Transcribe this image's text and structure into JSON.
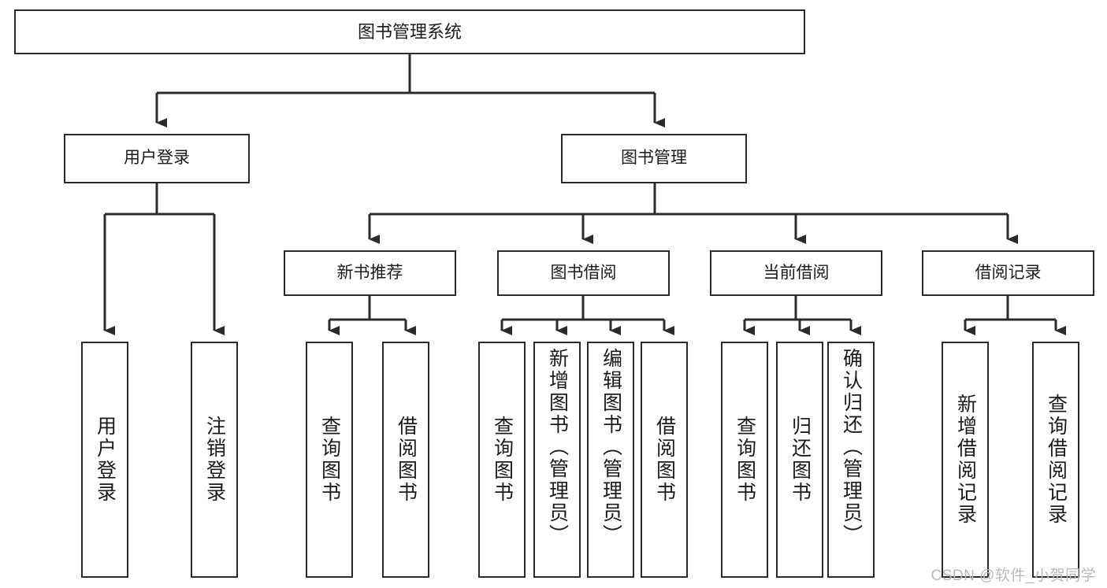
{
  "diagram": {
    "title": "图书管理系统",
    "type": "tree-hierarchy-diagram",
    "colors": {
      "box_border": "#2b2b2b",
      "box_fill": "#ffffff",
      "connector": "#2b2b2b",
      "text": "#1b1b1b",
      "watermark": "#b9b9b9"
    }
  },
  "root": {
    "label": "图书管理系统"
  },
  "level2": [
    {
      "label": "用户登录"
    },
    {
      "label": "图书管理"
    }
  ],
  "level3": [
    {
      "label": "新书推荐"
    },
    {
      "label": "图书借阅"
    },
    {
      "label": "当前借阅"
    },
    {
      "label": "借阅记录"
    }
  ],
  "leaves": {
    "user_login": [
      {
        "label": "用户登录"
      },
      {
        "label": "注销登录"
      }
    ],
    "new_book_recommend": [
      {
        "label": "查询图书"
      },
      {
        "label": "借阅图书"
      }
    ],
    "book_borrow": [
      {
        "label": "查询图书"
      },
      {
        "label": "新增图书（管理员）"
      },
      {
        "label": "编辑图书（管理员）"
      },
      {
        "label": "借阅图书"
      }
    ],
    "current_borrow": [
      {
        "label": "查询图书"
      },
      {
        "label": "归还图书"
      },
      {
        "label": "确认归还（管理员）"
      }
    ],
    "borrow_record": [
      {
        "label": "新增借阅记录"
      },
      {
        "label": "查询借阅记录"
      }
    ]
  },
  "watermark": {
    "text": "CSDN @软件_小贺同学"
  }
}
